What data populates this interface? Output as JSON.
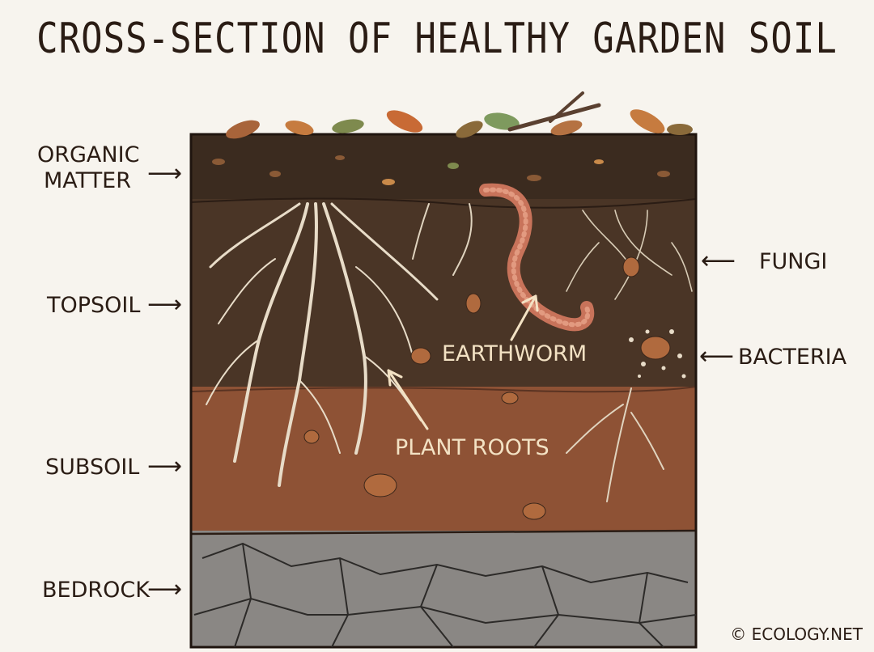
{
  "title": "CROSS-SECTION OF HEALTHY GARDEN SOIL",
  "layers": {
    "organic_matter_line1": "ORGANIC",
    "organic_matter_line2": "MATTER",
    "topsoil": "TOPSOIL",
    "subsoil": "SUBSOIL",
    "bedrock": "BEDROCK"
  },
  "features": {
    "fungi": "FUNGI",
    "bacteria": "BACTERIA",
    "earthworm": "EARTHWORM",
    "plant_roots": "PLANT ROOTS"
  },
  "copyright": "© ECOLOGY.NET",
  "colors": {
    "background": "#f7f4ee",
    "organic": "#3b2b1f",
    "topsoil": "#4a3526",
    "subsoil": "#8e5235",
    "bedrock": "#8a8784",
    "roots": "#e8dcc8",
    "earthworm": "#c8735a",
    "text": "#2a1c14"
  },
  "icons": [
    "arrow-right-icon",
    "arrow-left-icon",
    "arrow-up-icon"
  ]
}
